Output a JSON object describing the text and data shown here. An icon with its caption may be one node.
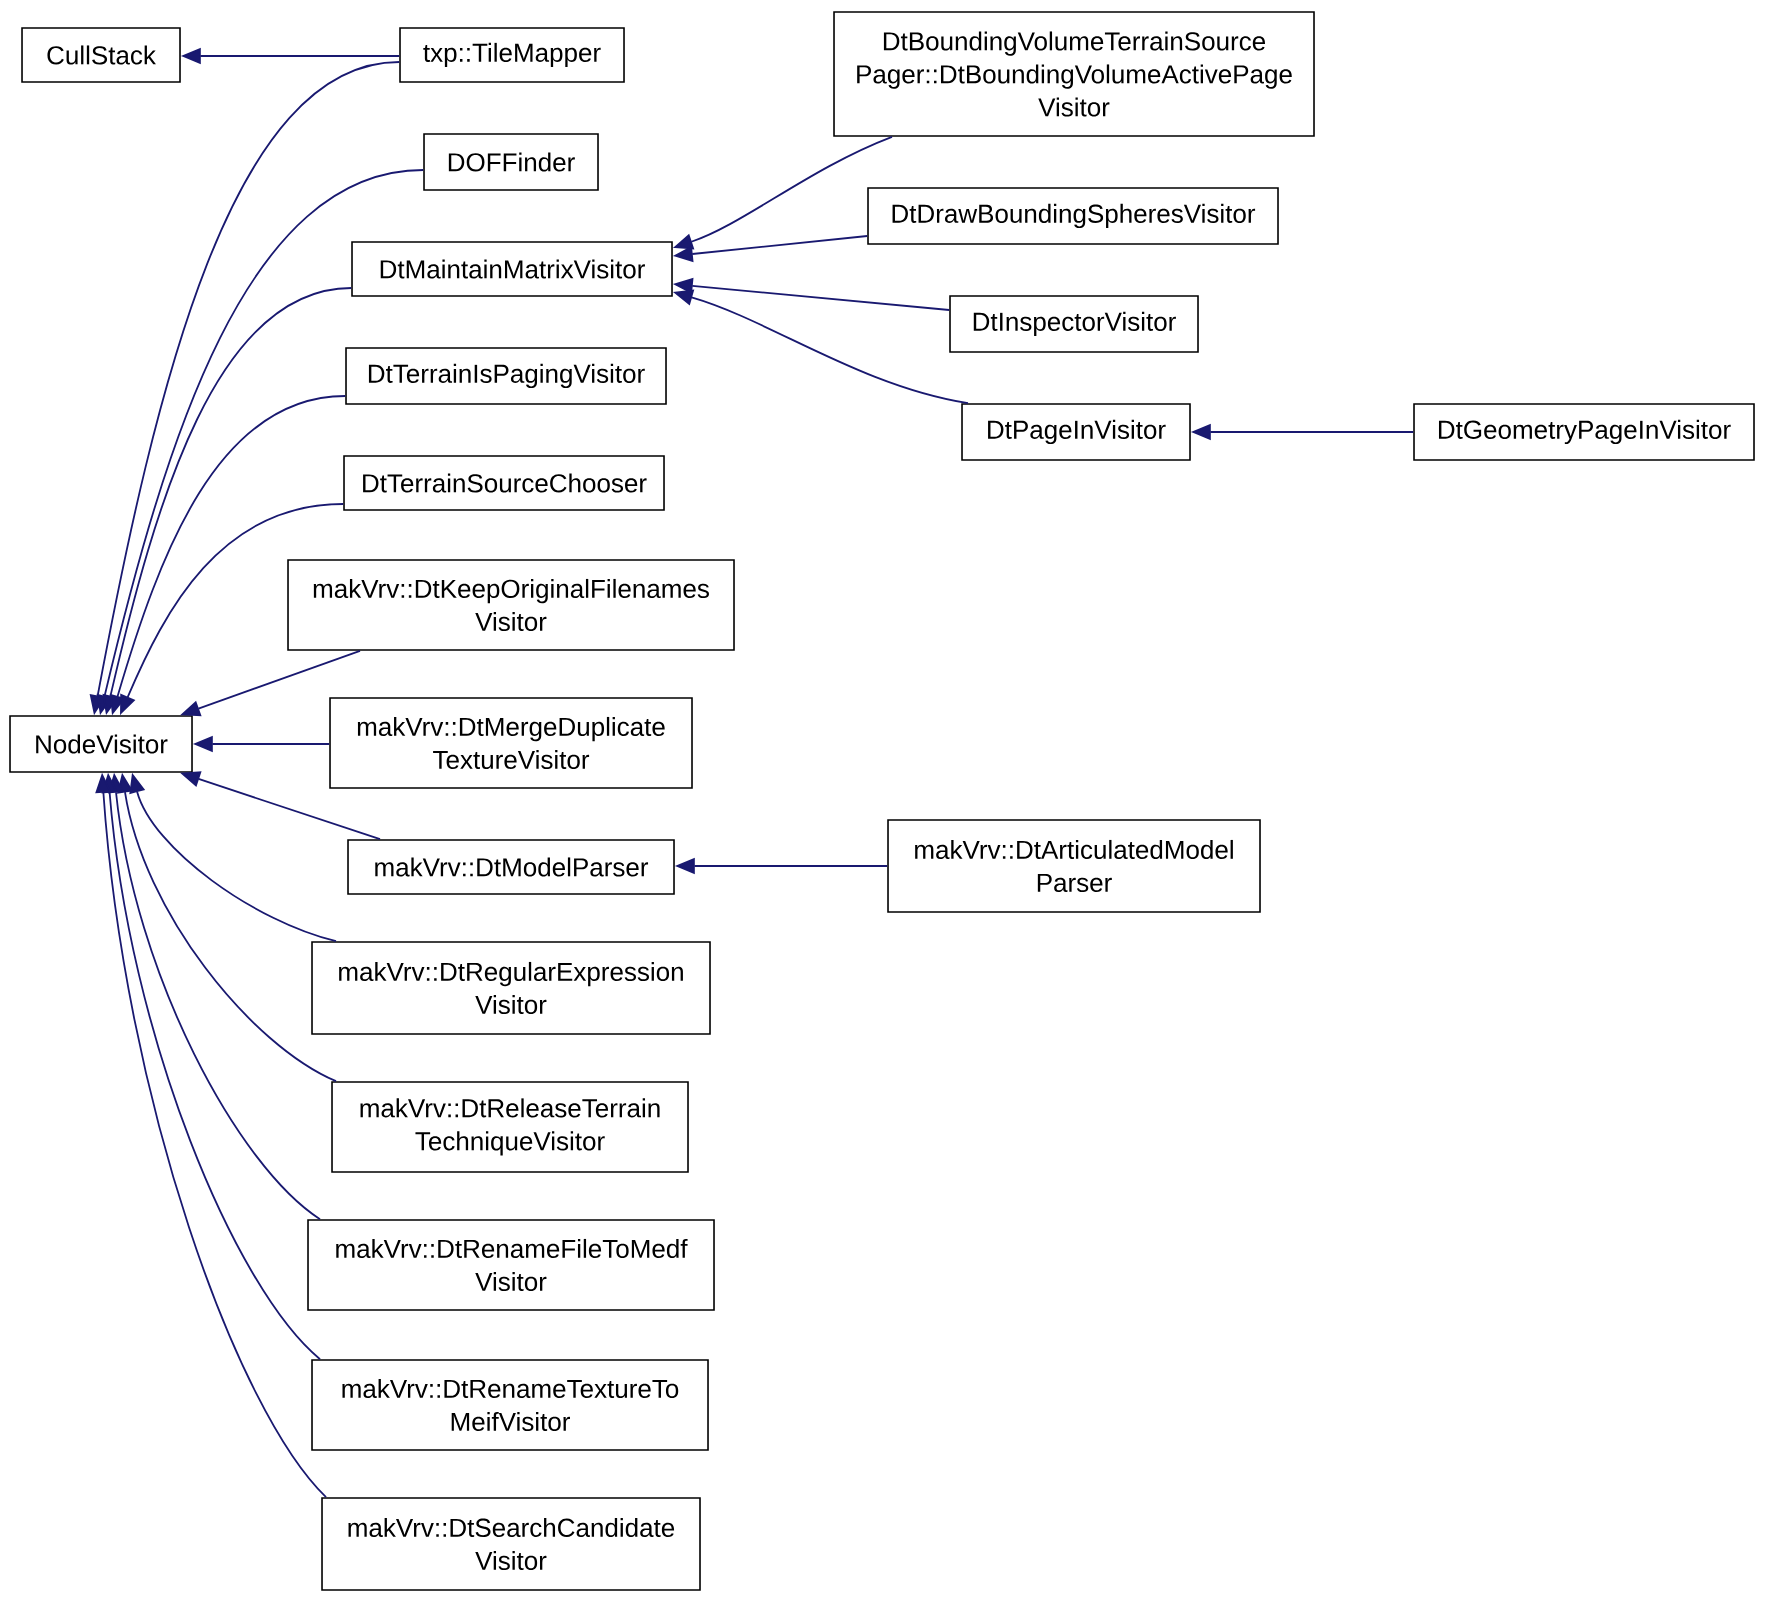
{
  "diagram": {
    "nodes": [
      {
        "text": [
          "CullStack"
        ]
      },
      {
        "text": [
          "NodeVisitor"
        ]
      },
      {
        "text": [
          "txp::TileMapper"
        ]
      },
      {
        "text": [
          "DOFFinder"
        ]
      },
      {
        "text": [
          "DtMaintainMatrixVisitor"
        ]
      },
      {
        "text": [
          "DtTerrainIsPagingVisitor"
        ]
      },
      {
        "text": [
          "DtTerrainSourceChooser"
        ]
      },
      {
        "text": [
          "makVrv::DtKeepOriginalFilenames Visitor"
        ]
      },
      {
        "text": [
          "makVrv::DtMergeDuplicate TextureVisitor"
        ]
      },
      {
        "text": [
          "makVrv::DtModelParser"
        ]
      },
      {
        "text": [
          "makVrv::DtRegularExpression Visitor"
        ]
      },
      {
        "text": [
          "makVrv::DtReleaseTerrain TechniqueVisitor"
        ]
      },
      {
        "text": [
          "makVrv::DtRenameFileToMedf Visitor"
        ]
      },
      {
        "text": [
          "makVrv::DtRenameTextureTo MeifVisitor"
        ]
      },
      {
        "text": [
          "makVrv::DtSearchCandidate Visitor"
        ]
      },
      {
        "text": [
          "DtBoundingVolumeTerrainSource Pager::DtBoundingVolumeActivePage Visitor"
        ]
      },
      {
        "text": [
          "DtDrawBoundingSpheresVisitor"
        ]
      },
      {
        "text": [
          "DtInspectorVisitor"
        ]
      },
      {
        "text": [
          "DtPageInVisitor"
        ]
      },
      {
        "text": [
          "makVrv::DtArticulatedModel Parser"
        ]
      },
      {
        "text": [
          "DtGeometryPageInVisitor"
        ]
      }
    ],
    "edges": [
      {
        "from": 2,
        "to": 0,
        "arrow": "to"
      },
      {
        "from": 2,
        "to": 1,
        "arrow": "to"
      },
      {
        "from": 3,
        "to": 1,
        "arrow": "to"
      },
      {
        "from": 4,
        "to": 1,
        "arrow": "to"
      },
      {
        "from": 5,
        "to": 1,
        "arrow": "to"
      },
      {
        "from": 6,
        "to": 1,
        "arrow": "to"
      },
      {
        "from": 7,
        "to": 1,
        "arrow": "to"
      },
      {
        "from": 8,
        "to": 1,
        "arrow": "to"
      },
      {
        "from": 9,
        "to": 1,
        "arrow": "to"
      },
      {
        "from": 10,
        "to": 1,
        "arrow": "to"
      },
      {
        "from": 11,
        "to": 1,
        "arrow": "to"
      },
      {
        "from": 12,
        "to": 1,
        "arrow": "to"
      },
      {
        "from": 13,
        "to": 1,
        "arrow": "to"
      },
      {
        "from": 14,
        "to": 1,
        "arrow": "to"
      },
      {
        "from": 15,
        "to": 4,
        "arrow": "to"
      },
      {
        "from": 16,
        "to": 4,
        "arrow": "to"
      },
      {
        "from": 17,
        "to": 4,
        "arrow": "to"
      },
      {
        "from": 18,
        "to": 4,
        "arrow": "to"
      },
      {
        "from": 20,
        "to": 18,
        "arrow": "to"
      },
      {
        "from": 19,
        "to": 9,
        "arrow": "to"
      }
    ]
  }
}
